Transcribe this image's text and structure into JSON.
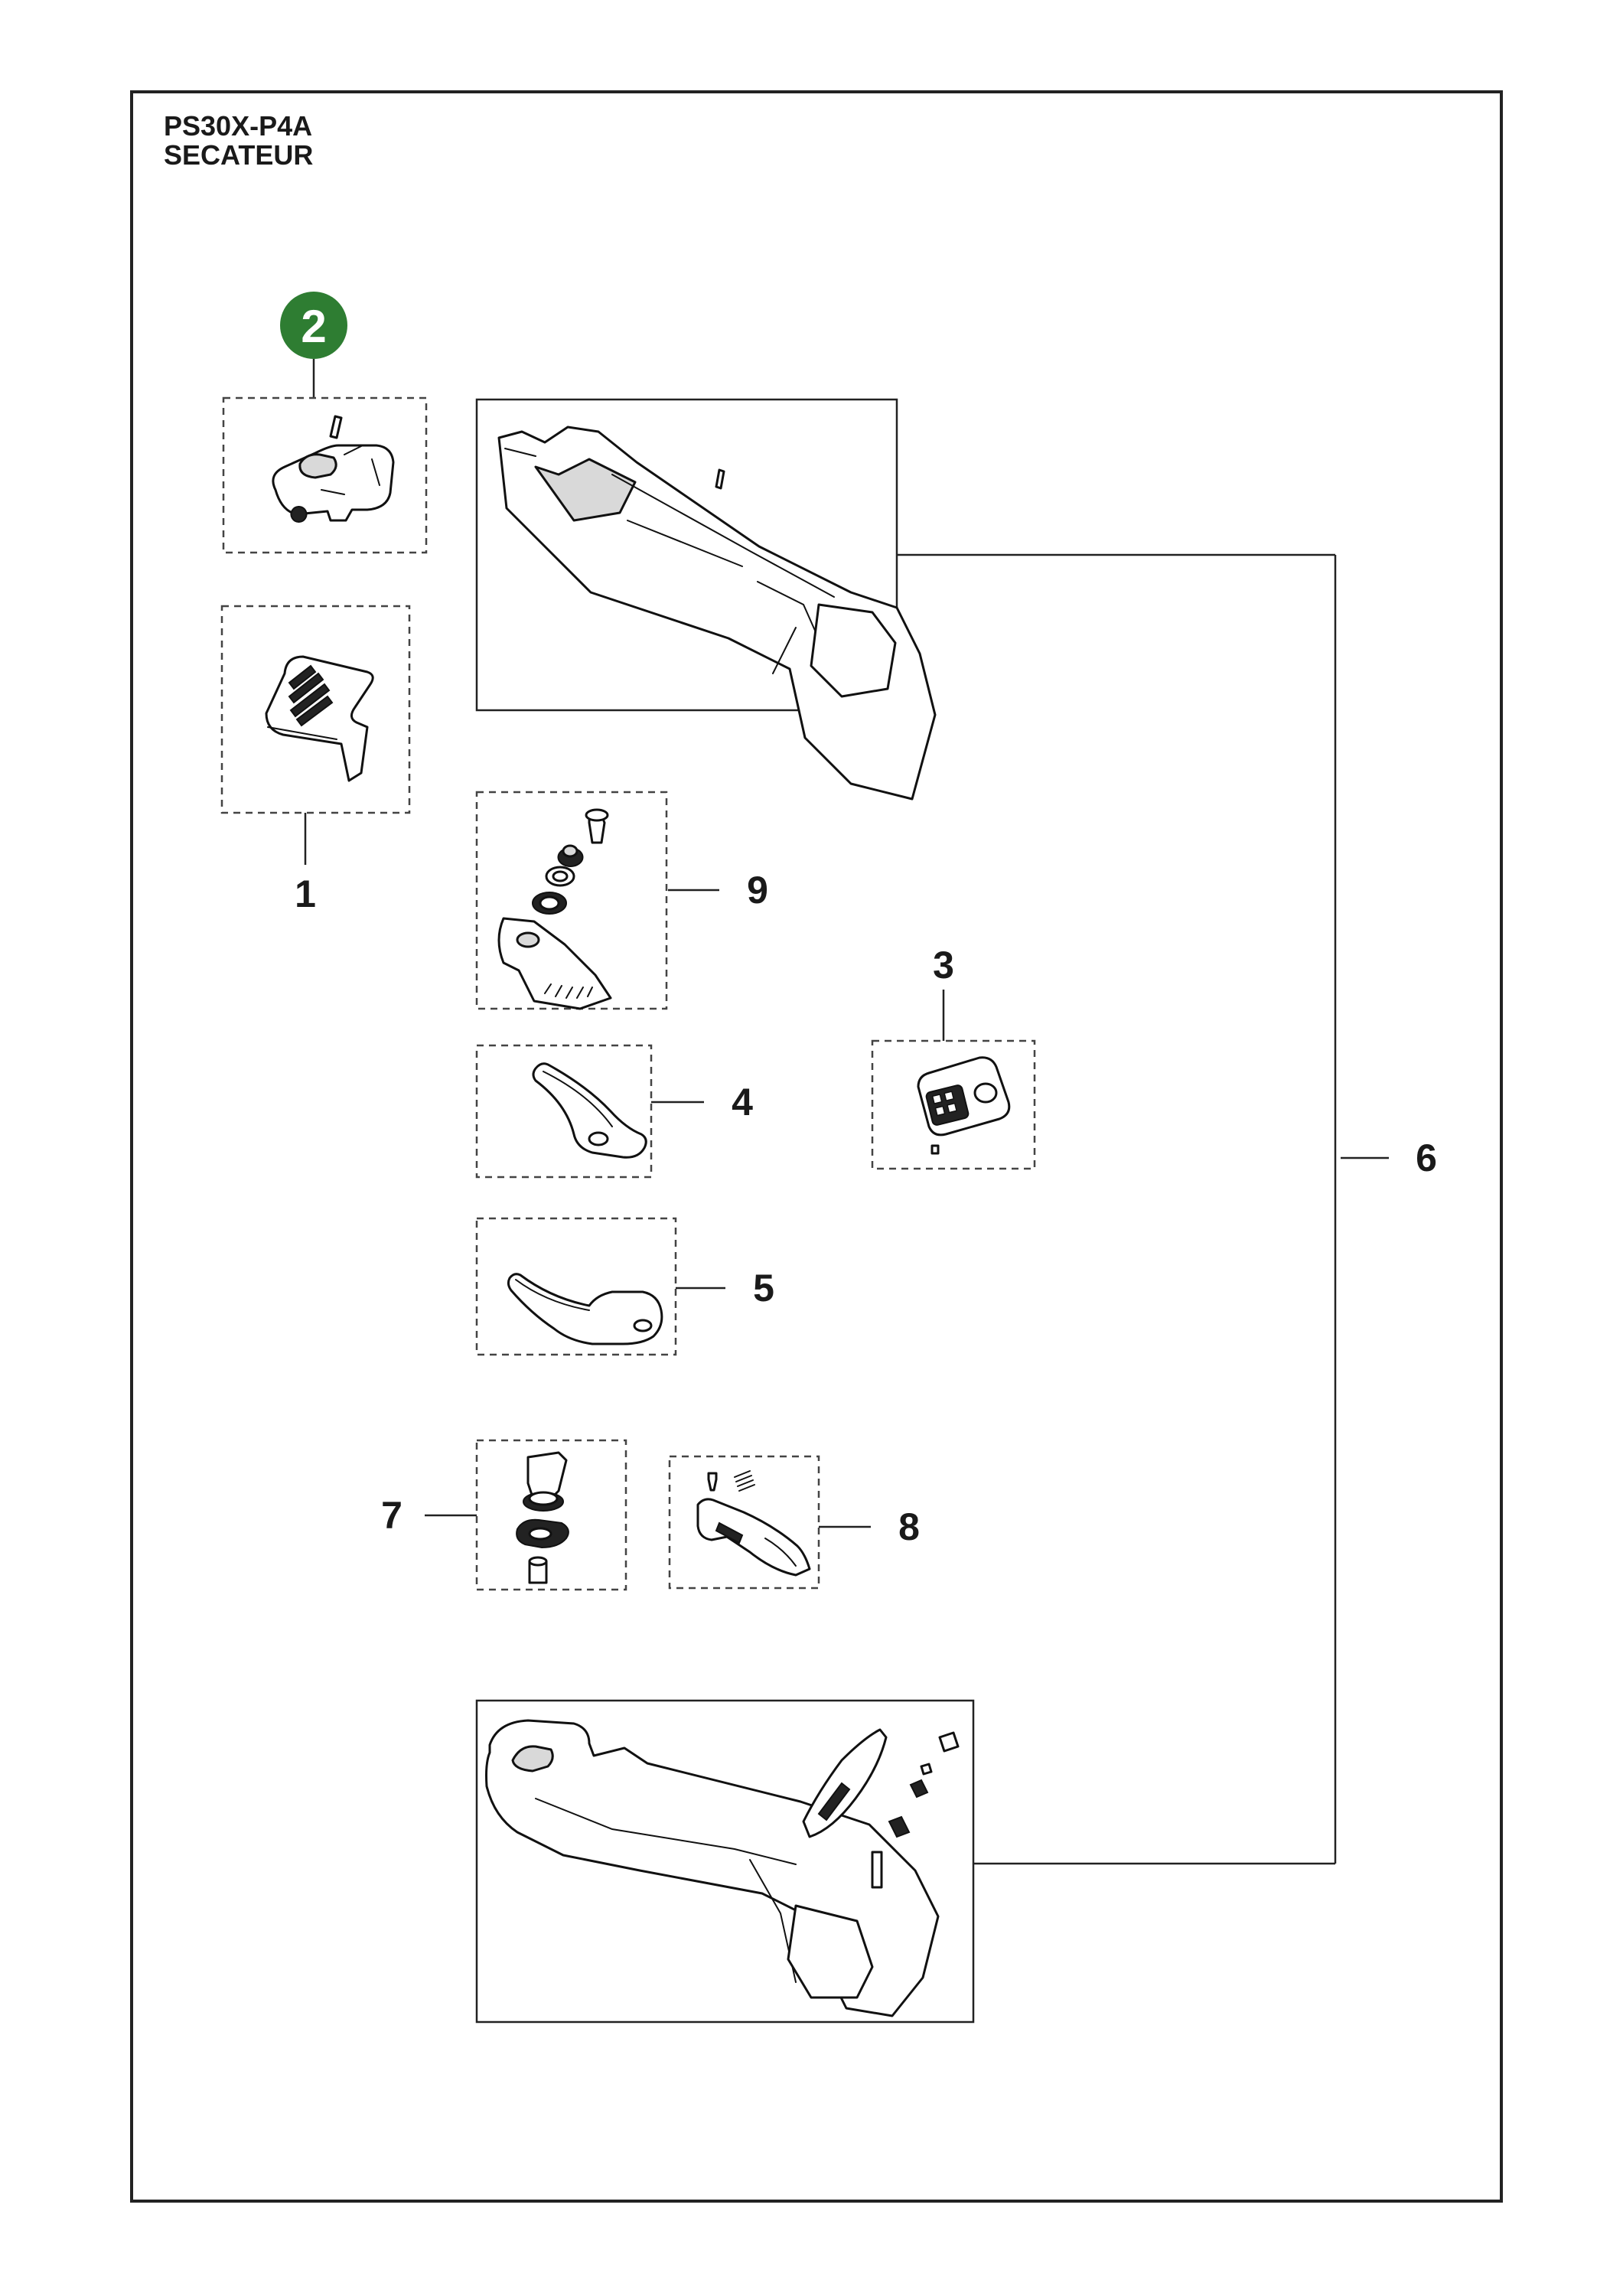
{
  "header": {
    "model": "PS30X-P4A",
    "product": "SECATEUR"
  },
  "highlight": {
    "number": "2",
    "color": "#2e7d32"
  },
  "callouts": {
    "c1": "1",
    "c3": "3",
    "c4": "4",
    "c5": "5",
    "c6": "6",
    "c7": "7",
    "c8": "8",
    "c9": "9"
  }
}
